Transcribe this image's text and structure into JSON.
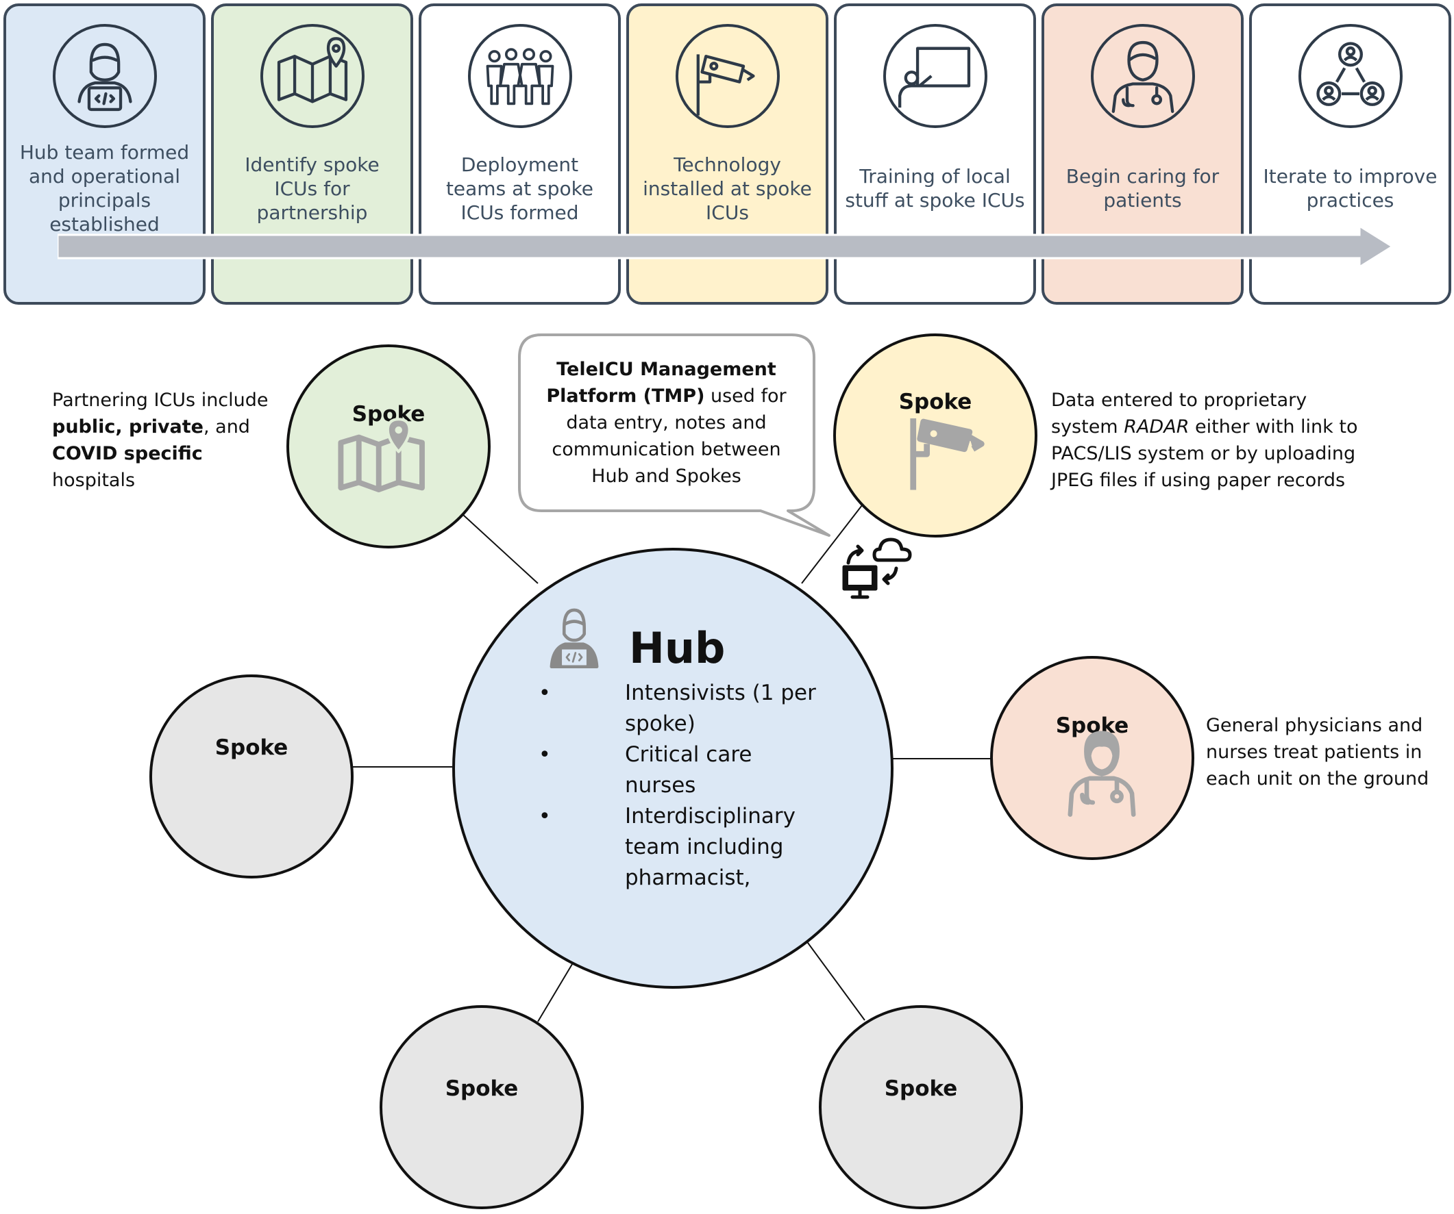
{
  "timeline": {
    "steps": [
      {
        "label": "Hub team formed and operational principals established",
        "fill": "#dce8f5",
        "icon": "developer-icon"
      },
      {
        "label": "Identify spoke ICUs for partnership",
        "fill": "#e2efd9",
        "icon": "map-pin-icon"
      },
      {
        "label": "Deployment teams at spoke ICUs formed",
        "fill": "#ffffff",
        "icon": "team-icon"
      },
      {
        "label": "Technology installed at spoke ICUs",
        "fill": "#fff2cc",
        "icon": "camera-icon"
      },
      {
        "label": "Training of local stuff at spoke ICUs",
        "fill": "#ffffff",
        "icon": "presentation-icon"
      },
      {
        "label": "Begin caring for patients",
        "fill": "#f9e0d3",
        "icon": "doctor-icon"
      },
      {
        "label": "Iterate to improve practices",
        "fill": "#ffffff",
        "icon": "network-icon"
      }
    ],
    "arrow_color": "#b8bcc4"
  },
  "hub": {
    "title": "Hub",
    "fill": "#dce8f5",
    "icon": "developer-icon",
    "items": [
      "Intensivists (1 per spoke)",
      "Critical care nurses",
      "Interdisciplinary team including pharmacist,"
    ]
  },
  "spokes": [
    {
      "label": "Spoke",
      "fill": "#e2efd9",
      "icon": "map-pin-icon"
    },
    {
      "label": "Spoke",
      "fill": "#fff2cc",
      "icon": "camera-icon"
    },
    {
      "label": "Spoke",
      "fill": "#e6e6e6",
      "icon": ""
    },
    {
      "label": "Spoke",
      "fill": "#f9e0d3",
      "icon": "doctor-icon"
    },
    {
      "label": "Spoke",
      "fill": "#e6e6e6",
      "icon": ""
    },
    {
      "label": "Spoke",
      "fill": "#e6e6e6",
      "icon": ""
    }
  ],
  "annotations": {
    "partner": {
      "t1": "Partnering ICUs include",
      "b1": "public, private",
      "t2": ", and",
      "b2": "COVID specific",
      "t3": " hospitals"
    },
    "data": {
      "t1": "Data entered to proprietary system ",
      "i1": "RADAR",
      "t2": " either with link to PACS/LIS system or by uploading JPEG files if using paper records"
    },
    "physicians": "General physicians and nurses treat patients in each unit on the ground"
  },
  "callout": {
    "bold": "TeleICU Management Platform (TMP)",
    "rest": " used for data entry, notes and communication between Hub and Spokes"
  },
  "colors": {
    "outline": "#111111",
    "card_border": "#3d4a5a",
    "label_text": "#3d4e60",
    "icon_gray": "#a6a6a6",
    "callout_border": "#a6a6a6"
  },
  "icons": [
    "cloud-sync-icon"
  ]
}
